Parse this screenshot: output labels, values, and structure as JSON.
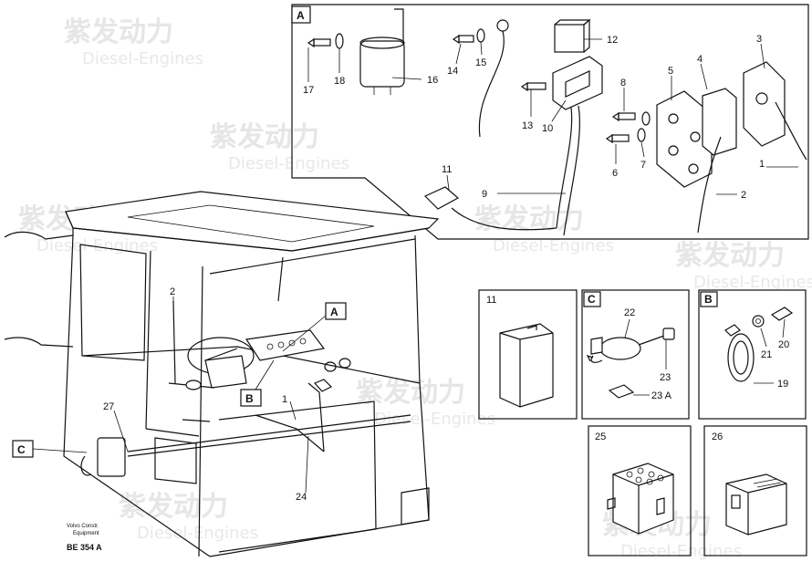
{
  "watermark": {
    "brand": "紫发动力",
    "sub": "Diesel-Engines"
  },
  "panel_A": {
    "tag": "A",
    "labels": [
      "1",
      "2",
      "3",
      "4",
      "5",
      "6",
      "7",
      "8",
      "9",
      "10",
      "11",
      "12",
      "13",
      "14",
      "15",
      "16",
      "17",
      "18"
    ]
  },
  "main_view": {
    "labels": [
      "2",
      "27",
      "1",
      "24"
    ],
    "callouts": [
      "A",
      "B",
      "C"
    ]
  },
  "panel_11": {
    "tag": "11"
  },
  "panel_C": {
    "tag": "C",
    "labels": [
      "22",
      "23",
      "23 A"
    ]
  },
  "panel_B": {
    "tag": "B",
    "labels": [
      "19",
      "20",
      "21"
    ]
  },
  "panel_25": {
    "tag": "25"
  },
  "panel_26": {
    "tag": "26"
  },
  "footer": {
    "maker_line1": "Volvo Constr.",
    "maker_line2": "Equipment",
    "ref": "BE 354 A"
  }
}
